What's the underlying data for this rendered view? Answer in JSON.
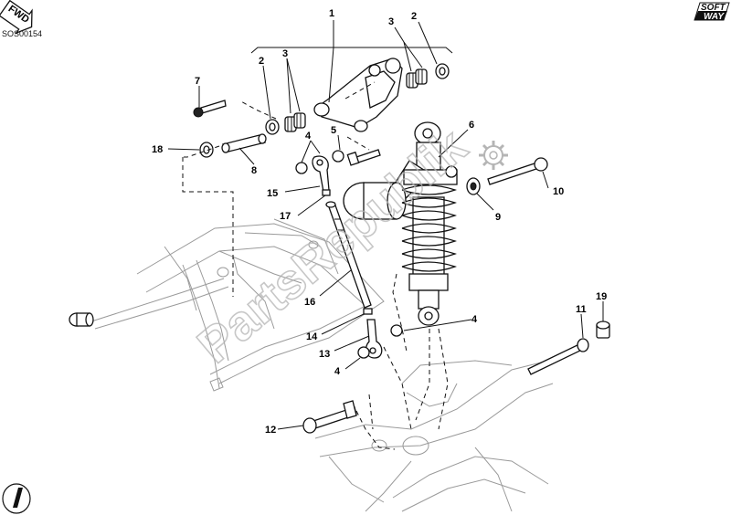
{
  "header": {
    "fwd_badge": "FWD",
    "drawing_code": "SOS00154",
    "brand_top": "SOFT",
    "brand_bottom": "WAY"
  },
  "watermark": {
    "text": "PartsRepublik"
  },
  "callouts": [
    "1",
    "2",
    "3",
    "2",
    "3",
    "7",
    "4",
    "5",
    "6",
    "18",
    "8",
    "15",
    "17",
    "10",
    "9",
    "16",
    "14",
    "13",
    "4",
    "4",
    "11",
    "19",
    "12"
  ]
}
